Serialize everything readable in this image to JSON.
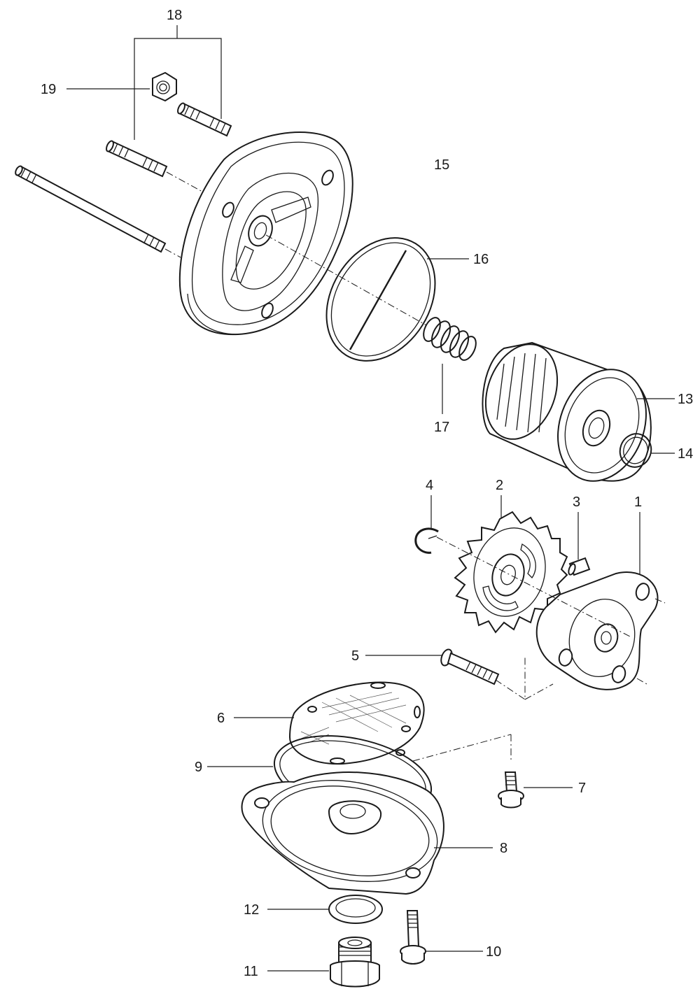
{
  "callouts": {
    "c1": "1",
    "c2": "2",
    "c3": "3",
    "c4": "4",
    "c5": "5",
    "c6": "6",
    "c7": "7",
    "c8": "8",
    "c9": "9",
    "c10": "10",
    "c11": "11",
    "c12": "12",
    "c13": "13",
    "c14": "14",
    "c15": "15",
    "c16": "16",
    "c17": "17",
    "c18": "18",
    "c19": "19"
  },
  "colors": {
    "line": "#1a1a1a",
    "background": "#ffffff"
  }
}
